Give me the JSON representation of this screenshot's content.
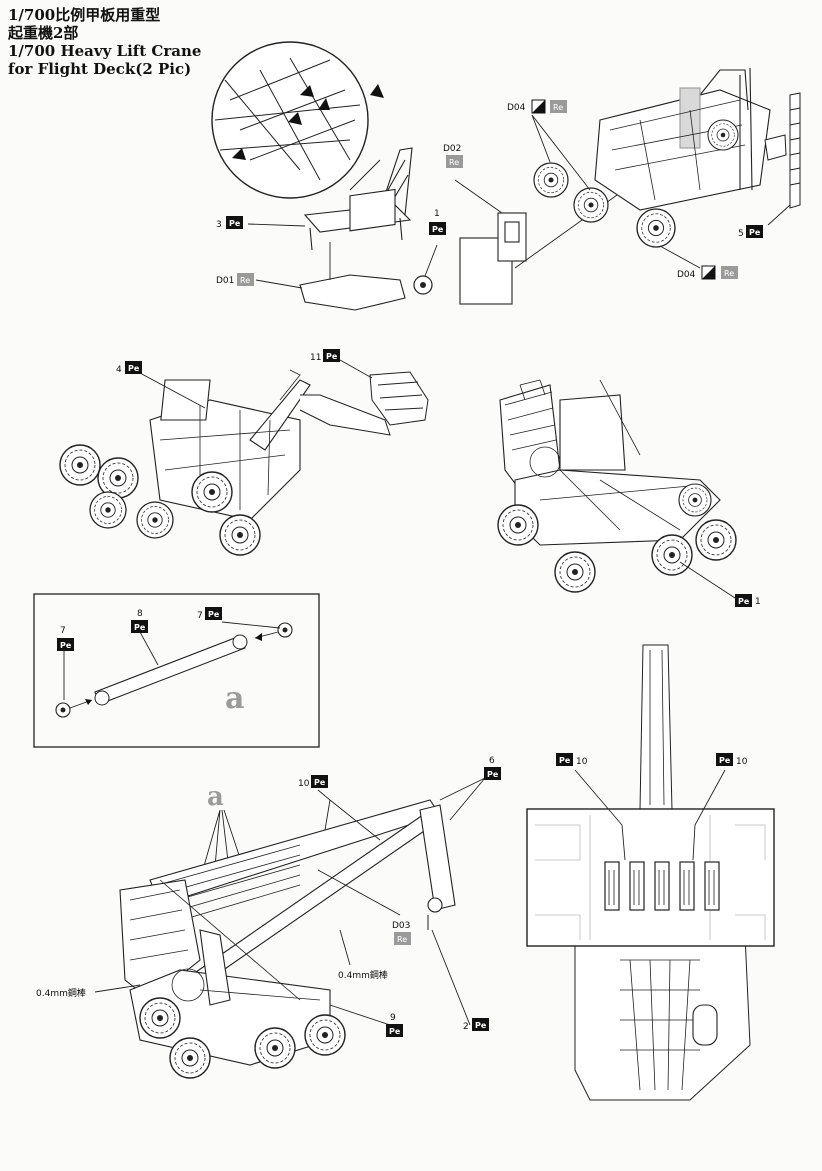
{
  "title": {
    "line1": "1/700比例甲板用重型",
    "line2": "起重機2部",
    "line3": "1/700 Heavy Lift Crane",
    "line4": "for Flight Deck(2 Pic)"
  },
  "materials": {
    "pe": "Pe",
    "re": "Re"
  },
  "parts": {
    "p3": "3",
    "p1": "1",
    "d02": "D02",
    "d04a": "D04",
    "d04b": "D04",
    "p5": "5",
    "d01": "D01",
    "p4": "4",
    "p11": "11",
    "p1b": "1",
    "p7a": "7",
    "p8": "8",
    "p7b": "7",
    "p10a": "10",
    "p6": "6",
    "d03": "D03",
    "p9": "9",
    "p2": "2",
    "p10b": "10",
    "p10c": "10"
  },
  "subassembly": {
    "label": "a"
  },
  "notes": {
    "rod_left": "0.4mm鋼棒",
    "rod_mid": "0.4mm鋼棒"
  },
  "colors": {
    "pe_badge": "#111111",
    "re_badge": "#9a9a9a",
    "line": "#222222"
  }
}
